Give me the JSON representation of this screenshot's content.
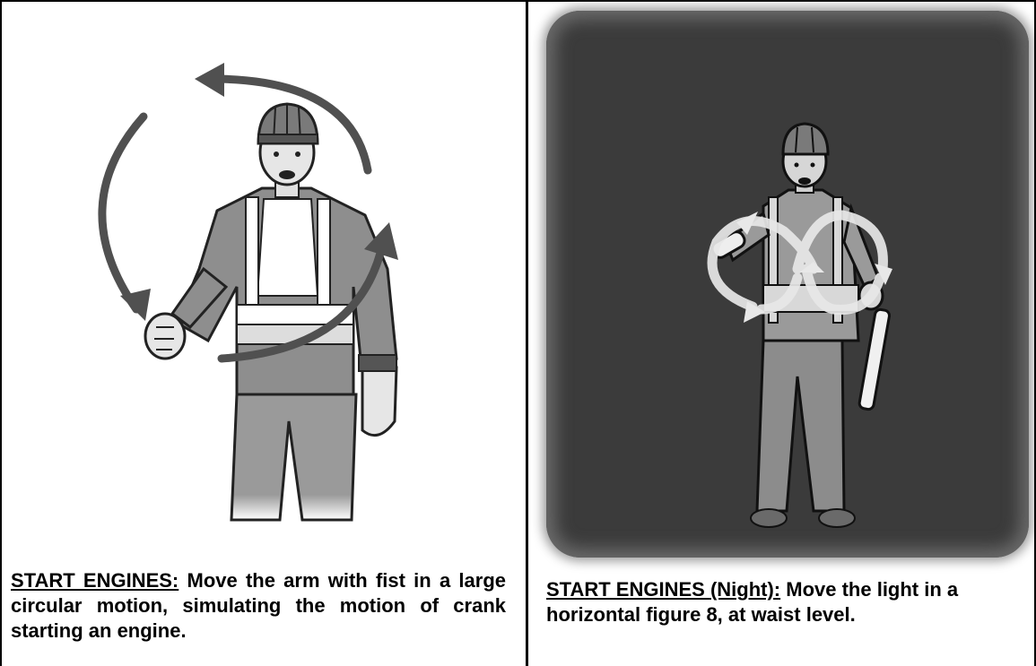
{
  "left_panel": {
    "caption_title": "START ENGINES:",
    "caption_text": "Move the arm with fist in a large circular motion, simulating the motion of crank starting an engine."
  },
  "right_panel": {
    "caption_title": "START ENGINES (Night):",
    "caption_text": "Move the light in a horizontal figure 8, at waist level."
  },
  "icons": [
    "circular-motion-arrow-icon",
    "figure-eight-arrow-icon",
    "signal-wand-icon"
  ]
}
